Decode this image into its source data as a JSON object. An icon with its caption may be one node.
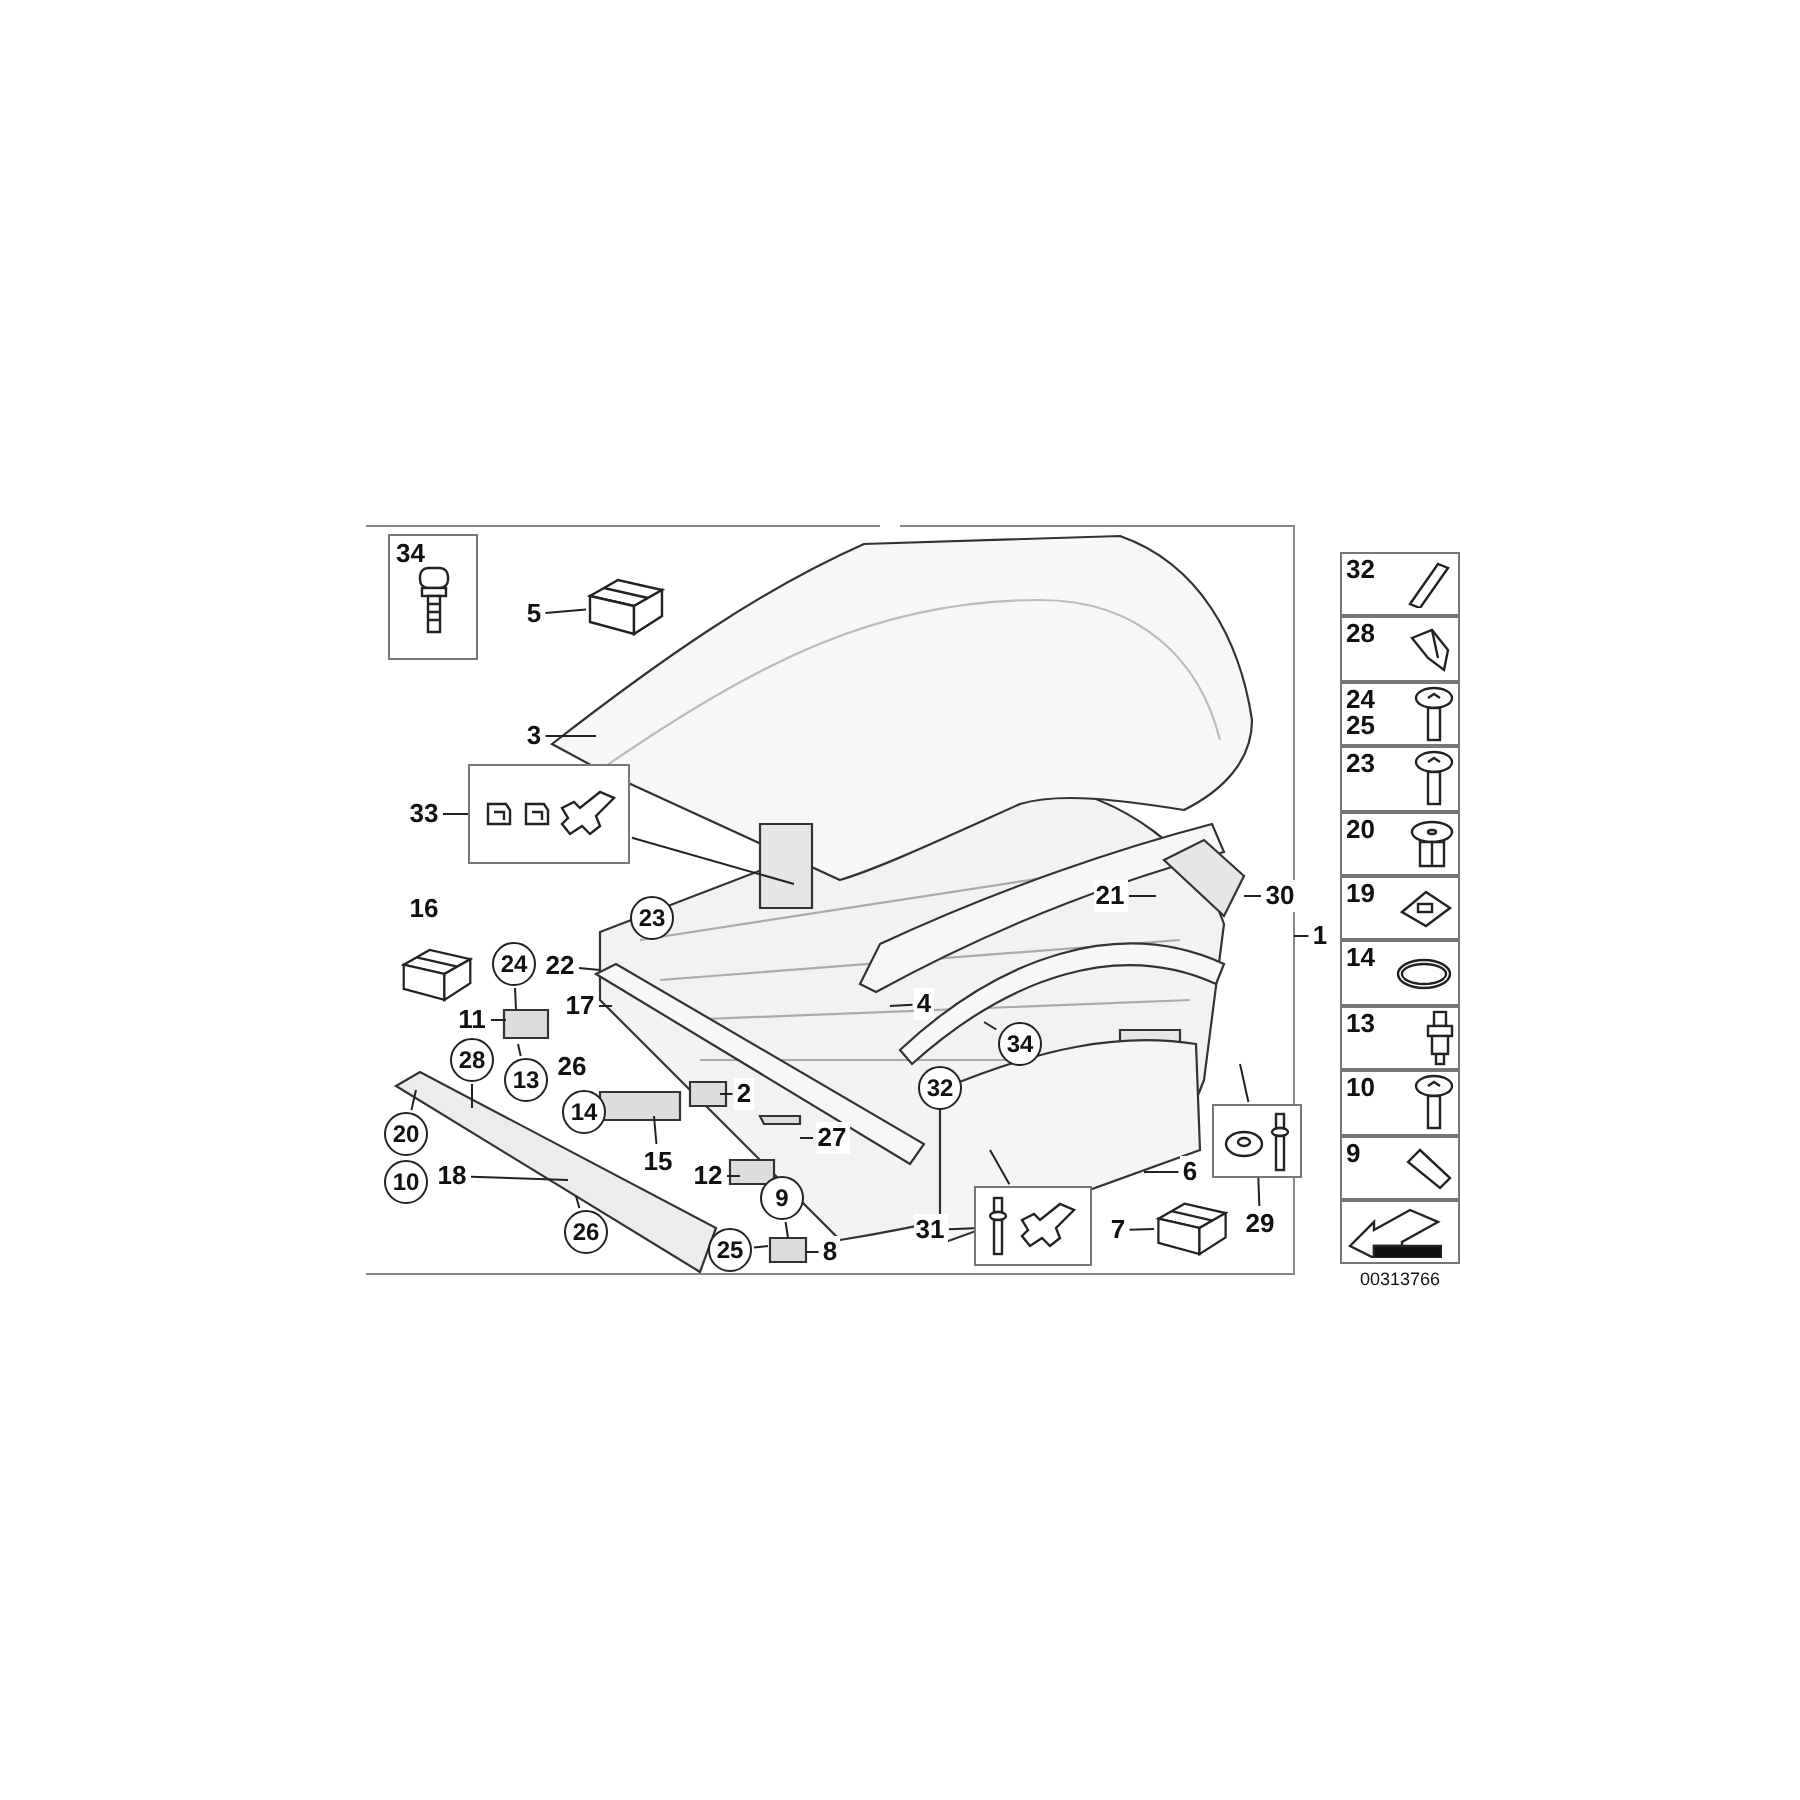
{
  "diagram": {
    "nodes": [
      {
        "text": [
          "34"
        ]
      },
      {
        "text": [
          "5"
        ]
      },
      {
        "text": [
          "3"
        ]
      },
      {
        "text": [
          "33"
        ]
      },
      {
        "text": [],
        "shape": "box"
      },
      {
        "text": [
          "23"
        ]
      },
      {
        "text": [
          "22"
        ]
      },
      {
        "text": [
          "24"
        ]
      },
      {
        "text": [
          "17"
        ]
      },
      {
        "text": [
          "11"
        ]
      },
      {
        "text": [
          "28"
        ]
      },
      {
        "text": [
          "13"
        ]
      },
      {
        "text": [
          "14"
        ]
      },
      {
        "text": [
          "2"
        ]
      },
      {
        "text": [
          "20"
        ]
      },
      {
        "text": [
          "15"
        ]
      },
      {
        "text": [
          "27"
        ]
      },
      {
        "text": [
          "10"
        ]
      },
      {
        "text": [
          "12"
        ]
      },
      {
        "text": [
          "18"
        ]
      },
      {
        "text": [
          "26"
        ]
      },
      {
        "text": [
          "9"
        ]
      },
      {
        "text": [
          "25"
        ]
      },
      {
        "text": [
          "8"
        ]
      },
      {
        "text": [
          "4"
        ]
      },
      {
        "text": [
          "32"
        ]
      },
      {
        "text": [
          "34"
        ]
      },
      {
        "text": [
          "21"
        ]
      },
      {
        "text": [
          "30"
        ]
      },
      {
        "text": [
          "1"
        ]
      },
      {
        "text": [
          "6"
        ]
      },
      {
        "text": [],
        "shape": "box"
      },
      {
        "text": [
          "29"
        ]
      },
      {
        "text": [
          "7"
        ]
      },
      {
        "text": [
          "31"
        ]
      },
      {
        "text": [],
        "shape": "box"
      },
      {
        "text": [
          "32"
        ]
      },
      {
        "text": [
          "28"
        ]
      },
      {
        "text": [
          "24",
          "25"
        ]
      },
      {
        "text": [
          "23"
        ]
      },
      {
        "text": [
          "20"
        ]
      },
      {
        "text": [
          "19"
        ]
      },
      {
        "text": [
          "14"
        ]
      },
      {
        "text": [
          "13"
        ]
      },
      {
        "text": [
          "10"
        ]
      },
      {
        "text": [
          "9"
        ]
      },
      {
        "text": [],
        "shape": "box"
      },
      {
        "text": [],
        "shape": "picture"
      },
      {
        "text": [],
        "shape": "picture"
      },
      {
        "text": [],
        "shape": "picture"
      }
    ],
    "edges": [
      {
        "from": 1,
        "to": 47,
        "arrow": "none"
      },
      {
        "from": 2,
        "to": null,
        "arrow": "none"
      },
      {
        "from": 3,
        "to": 4,
        "arrow": "none"
      },
      {
        "from": 4,
        "to": null,
        "arrow": "none"
      },
      {
        "from": 6,
        "to": null,
        "arrow": "none"
      },
      {
        "from": 7,
        "to": null,
        "arrow": "none"
      },
      {
        "from": 8,
        "to": null,
        "arrow": "none"
      },
      {
        "from": 9,
        "to": null,
        "arrow": "none"
      },
      {
        "from": 10,
        "to": null,
        "arrow": "none"
      },
      {
        "from": 11,
        "to": null,
        "arrow": "none"
      },
      {
        "from": 13,
        "to": null,
        "arrow": "none"
      },
      {
        "from": 14,
        "to": null,
        "arrow": "none"
      },
      {
        "from": 15,
        "to": null,
        "arrow": "none"
      },
      {
        "from": 16,
        "to": null,
        "arrow": "none"
      },
      {
        "from": 18,
        "to": null,
        "arrow": "none"
      },
      {
        "from": 19,
        "to": null,
        "arrow": "none"
      },
      {
        "from": 20,
        "to": null,
        "arrow": "none"
      },
      {
        "from": 21,
        "to": null,
        "arrow": "none"
      },
      {
        "from": 22,
        "to": null,
        "arrow": "none"
      },
      {
        "from": 23,
        "to": null,
        "arrow": "none"
      },
      {
        "from": 24,
        "to": null,
        "arrow": "none"
      },
      {
        "from": 26,
        "to": null,
        "arrow": "none"
      },
      {
        "from": 27,
        "to": null,
        "arrow": "none"
      },
      {
        "from": 28,
        "to": null,
        "arrow": "none"
      },
      {
        "from": 29,
        "to": null,
        "arrow": "none"
      },
      {
        "from": 30,
        "to": null,
        "arrow": "none"
      },
      {
        "from": 32,
        "to": 31,
        "arrow": "none"
      },
      {
        "from": 31,
        "to": null,
        "arrow": "none"
      },
      {
        "from": 33,
        "to": 49,
        "arrow": "none"
      },
      {
        "from": 34,
        "to": 35,
        "arrow": "none"
      },
      {
        "from": 35,
        "to": null,
        "arrow": "none"
      }
    ],
    "labels": [
      "16",
      "26",
      "00313766"
    ]
  }
}
